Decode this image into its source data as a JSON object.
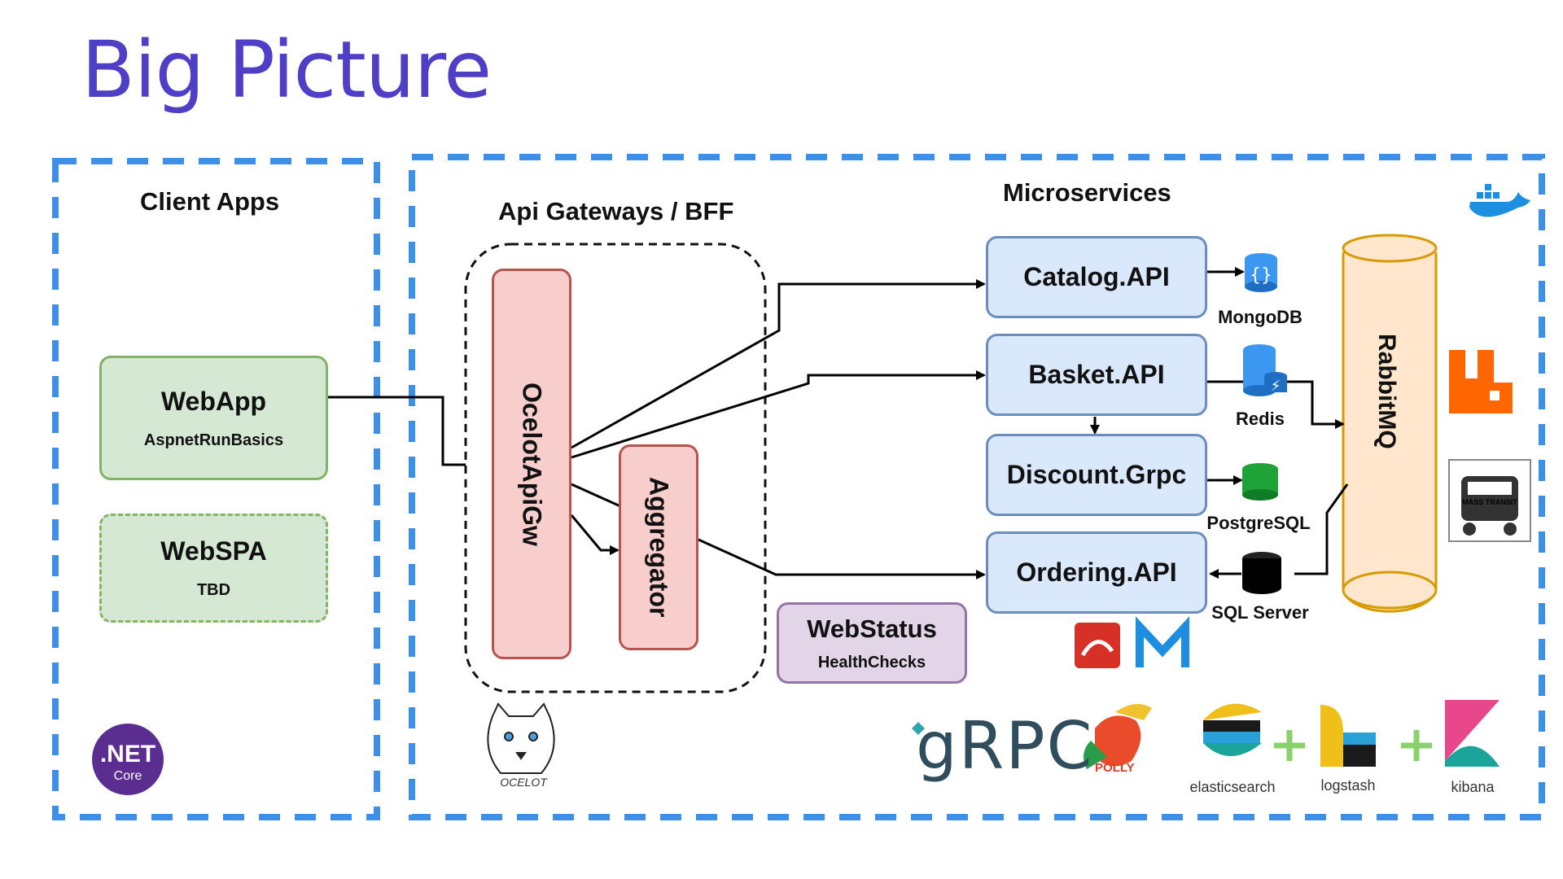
{
  "title": "Big Picture",
  "sections": {
    "client_apps": "Client Apps",
    "api_gateways": "Api Gateways / BFF",
    "microservices": "Microservices"
  },
  "client": {
    "webapp": {
      "name": "WebApp",
      "sub": "AspnetRunBasics"
    },
    "webspa": {
      "name": "WebSPA",
      "sub": "TBD"
    }
  },
  "gateway": {
    "ocelot": "OcelotApiGw",
    "aggregator": "Aggregator"
  },
  "services": {
    "catalog": "Catalog.API",
    "basket": "Basket.API",
    "discount": "Discount.Grpc",
    "ordering": "Ordering.API",
    "webstatus": {
      "name": "WebStatus",
      "sub": "HealthChecks"
    }
  },
  "databases": {
    "mongodb": "MongoDB",
    "redis": "Redis",
    "postgresql": "PostgreSQL",
    "sqlserver": "SQL Server"
  },
  "broker": "RabbitMQ",
  "logos": {
    "dotnet": ".NET",
    "dotnet_sub": "Core",
    "grpc": "gRPC",
    "polly": "POLLY",
    "ocelot": "OCELOT",
    "elasticsearch": "elasticsearch",
    "logstash": "logstash",
    "kibana": "kibana",
    "masstransit": "MASS TRANSIT"
  },
  "colors": {
    "title": "#4f3ec6",
    "dash_blue": "#3d8fe8",
    "green_fill": "#d5e8d4",
    "blue_fill": "#dae8fc",
    "red_fill": "#f8cecc",
    "purple_fill": "#e1d5e7",
    "rabbit_fill": "#ffe6cc",
    "rabbit_stroke": "#d79b00"
  }
}
